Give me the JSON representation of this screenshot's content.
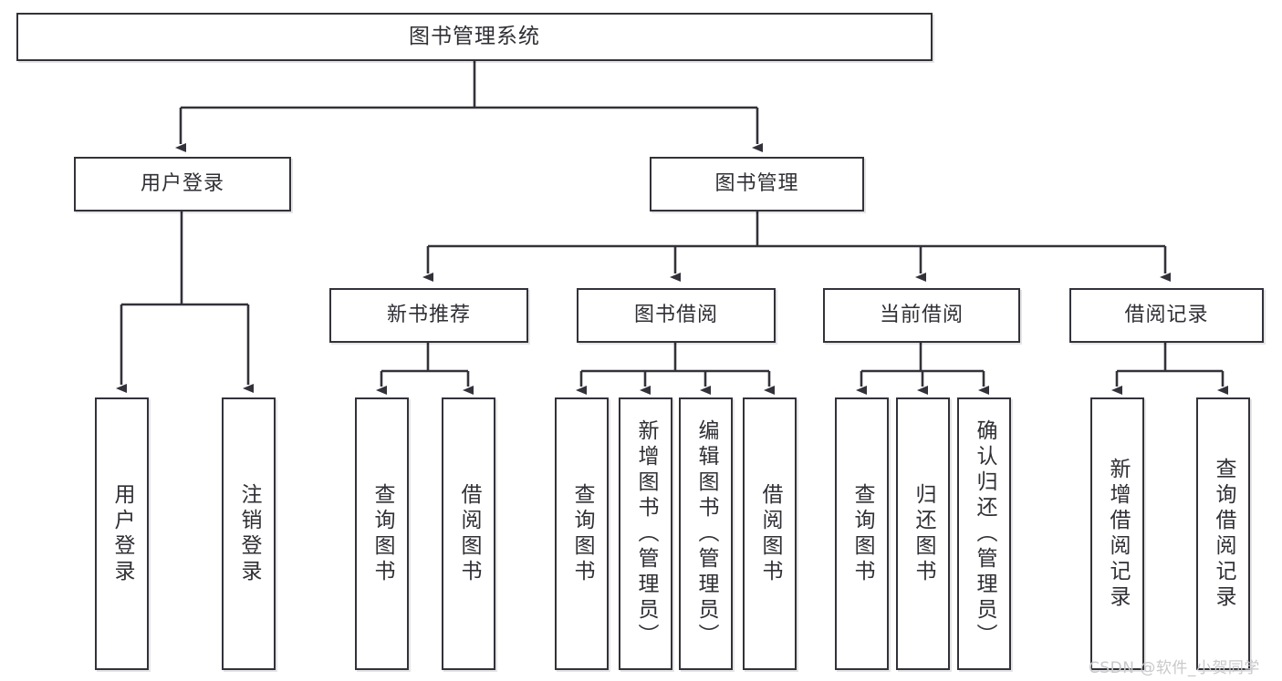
{
  "diagram": {
    "title": "图书管理系统",
    "type": "tree-hierarchy",
    "root": {
      "label": "图书管理系统"
    },
    "level2": [
      {
        "label": "用户登录"
      },
      {
        "label": "图书管理"
      }
    ],
    "level3": [
      {
        "label": "新书推荐"
      },
      {
        "label": "图书借阅"
      },
      {
        "label": "当前借阅"
      },
      {
        "label": "借阅记录"
      }
    ],
    "leaves": {
      "user_login": [
        {
          "label": "用户登录"
        },
        {
          "label": "注销登录"
        }
      ],
      "new_book_recommend": [
        {
          "label": "查询图书"
        },
        {
          "label": "借阅图书"
        }
      ],
      "book_borrow": [
        {
          "label": "查询图书"
        },
        {
          "label": "新增图书（管理员）"
        },
        {
          "label": "编辑图书（管理员）"
        },
        {
          "label": "借阅图书"
        }
      ],
      "current_borrow": [
        {
          "label": "查询图书"
        },
        {
          "label": "归还图书"
        },
        {
          "label": "确认归还（管理员）"
        }
      ],
      "borrow_record": [
        {
          "label": "新增借阅记录"
        },
        {
          "label": "查询借阅记录"
        }
      ]
    }
  },
  "watermark": {
    "text": "CSDN @软件_小贺同学"
  },
  "colors": {
    "border": "#32323a",
    "text": "#2f2f35",
    "background": "#ffffff",
    "watermark": "#c9c9cc"
  }
}
